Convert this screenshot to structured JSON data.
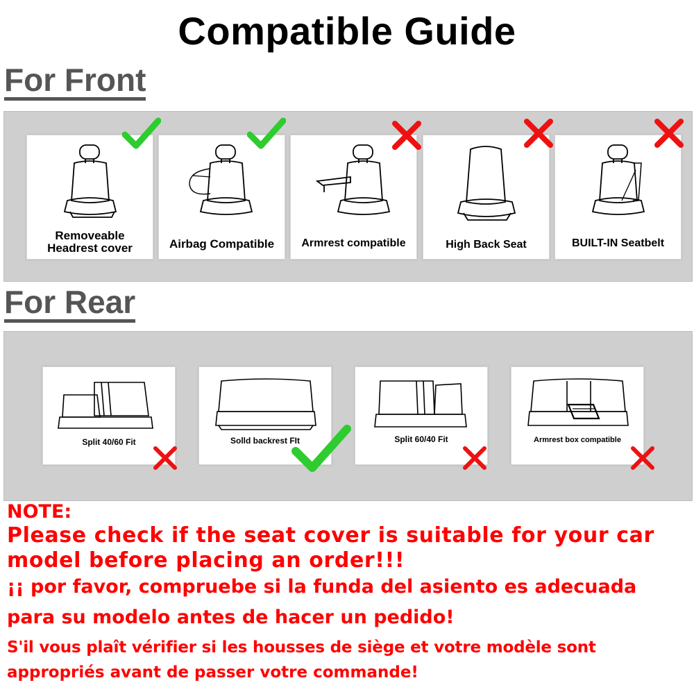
{
  "title": "Compatible Guide",
  "colors": {
    "check": "#2ecc2e",
    "cross": "#ee1111",
    "note": "#ff0000",
    "panel": "#cfcfcf"
  },
  "front": {
    "heading": "For Front",
    "cards": [
      {
        "label_line1": "Removeable",
        "label_line2": "Headrest cover",
        "status": "check"
      },
      {
        "label_line1": "Airbag Compatible",
        "status": "check"
      },
      {
        "label_line1": "Armrest compatible",
        "status": "cross"
      },
      {
        "label_line1": "High Back Seat",
        "status": "cross"
      },
      {
        "label_line1": "BUILT-IN Seatbelt",
        "status": "cross"
      }
    ]
  },
  "rear": {
    "heading": "For Rear",
    "cards": [
      {
        "label": "Split 40/60 Fit",
        "status": "cross"
      },
      {
        "label": "Solld backrest FIt",
        "status": "check"
      },
      {
        "label": "Split 60/40 Fit",
        "status": "cross"
      },
      {
        "label": "Armrest box compatible",
        "status": "cross"
      }
    ]
  },
  "note": {
    "heading": "NOTE:",
    "lines": [
      "Please check if the seat cover is suitable for your car",
      "model before placing an order!!!",
      "¡¡ por favor, compruebe si la funda del asiento es adecuada",
      "para su modelo antes de hacer un pedido!",
      "S'il vous plaît vérifier si les housses de siège et votre modèle sont",
      "appropriés avant de passer votre commande!"
    ]
  }
}
